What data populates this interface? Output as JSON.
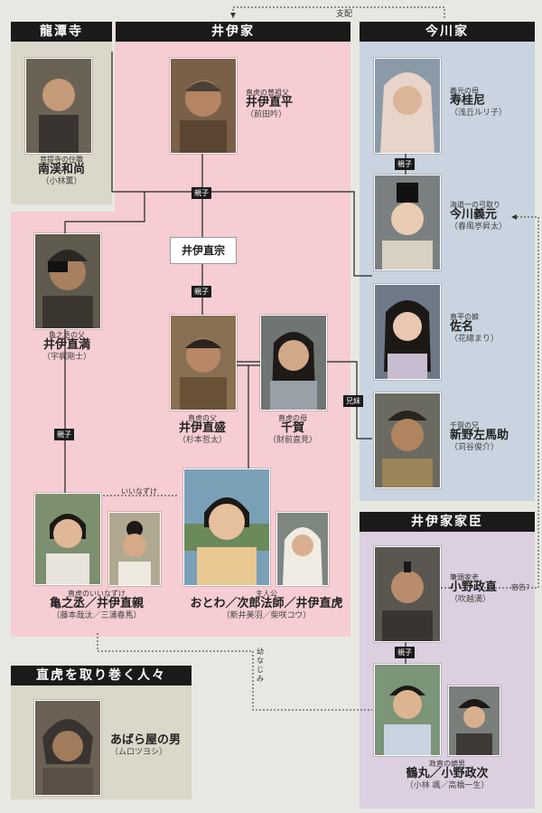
{
  "headers": {
    "ryotanji": "龍潭寺",
    "ii": "井伊家",
    "imagawa": "今川家",
    "kashin": "井伊家家臣",
    "torimaku": "直虎を取り巻く人々"
  },
  "top_note": "支配",
  "people": {
    "nankei": {
      "role": "菩提寺の住職",
      "name": "南渓和尚",
      "actor": "（小林薫）"
    },
    "naohira": {
      "role": "直虎の曽祖父",
      "name": "井伊直平",
      "actor": "（前田吟）"
    },
    "naomune": {
      "name": "井伊直宗"
    },
    "naomitsu": {
      "role": "亀之丞の父",
      "name": "井伊直満",
      "actor": "（宇梶剛士）"
    },
    "naomori": {
      "role": "直虎の父",
      "name": "井伊直盛",
      "actor": "（杉本哲太）"
    },
    "chika": {
      "role": "直虎の母",
      "name": "千賀",
      "actor": "（財前直見）"
    },
    "kamenojo": {
      "role": "直虎のいいなずけ",
      "name": "亀之丞／井伊直親",
      "actor": "（藤本哉汰／三浦春馬）"
    },
    "otowa": {
      "role": "主人公",
      "name": "おとわ／次郎法師／井伊直虎",
      "actor": "（新井美羽／柴咲コウ）"
    },
    "jukeini": {
      "role": "義元の母",
      "name": "寿桂尼",
      "actor": "（浅丘ルリ子）"
    },
    "yoshimoto": {
      "role": "海道一の弓取り",
      "name": "今川義元",
      "actor": "（春風亭昇太）"
    },
    "sana": {
      "role": "直平の娘",
      "name": "佐名",
      "actor": "（花總まり）"
    },
    "shinno": {
      "role": "千賀の兄",
      "name": "新野左馬助",
      "actor": "（苅谷俊介）"
    },
    "masanao": {
      "role": "筆頭家老",
      "name": "小野政直",
      "actor": "（吹越満）"
    },
    "tsurumaru": {
      "role": "政直の嫡男",
      "name": "鶴丸／小野政次",
      "actor": "（小林 颯／高橋一生）"
    },
    "abaraya": {
      "name": "あばら屋の男",
      "actor": "（ムロツヨシ）"
    }
  },
  "tags": {
    "oyako": "親子",
    "kyodai": "兄妹"
  },
  "notes": {
    "iinazuke": "いいなずけ",
    "osananajimi": "幼なじみ",
    "mittsu": "密告？"
  },
  "colors": {
    "ii_bg": "#f5cdd2",
    "imagawa_bg": "#c9d4e0",
    "kashin_bg": "#dccfe0",
    "ryotanji_bg": "#dbd7c9",
    "torimaku_bg": "#dbd7c9"
  }
}
